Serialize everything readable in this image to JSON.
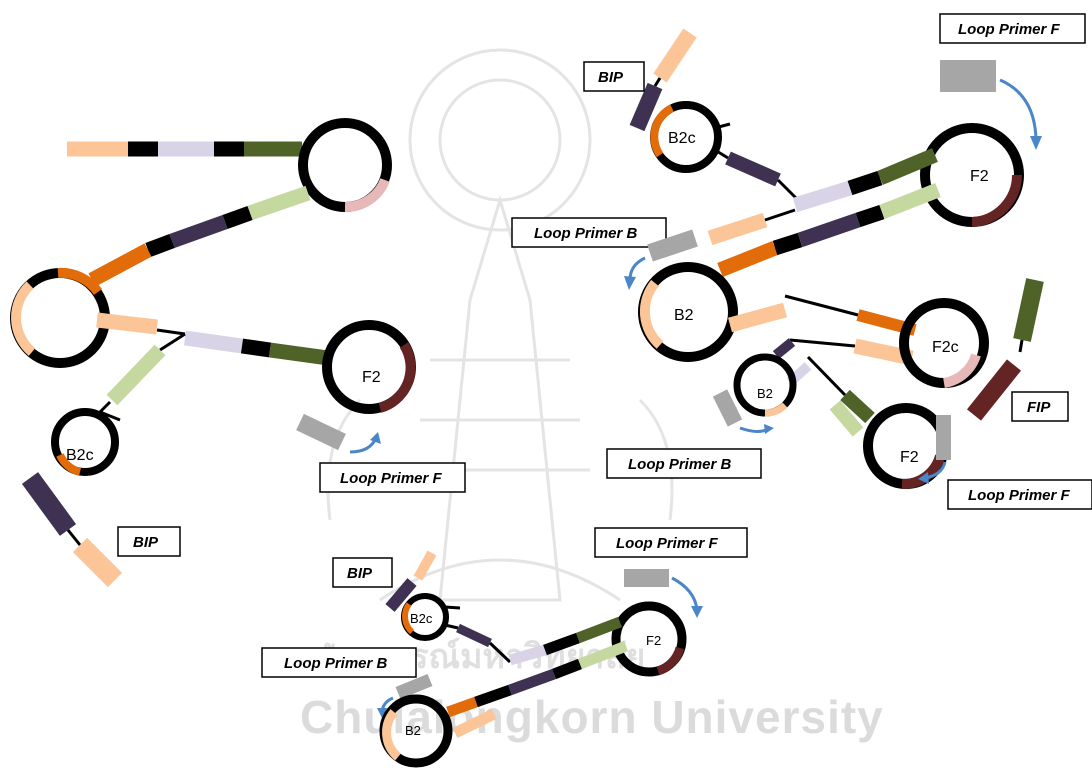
{
  "watermark": {
    "thai": "จุฬาลงกรณ์มหาวิทยาลัย",
    "english": "Chulalongkorn University"
  },
  "labels": {
    "bip": "BIP",
    "fip": "FIP",
    "loop_primer_f": "Loop Primer F",
    "loop_primer_f_spaced": "Loop Primer  F",
    "loop_primer_b": "Loop Primer B"
  },
  "loop_labels": {
    "b2c": "B2c",
    "f2": "F2",
    "b2": "B2",
    "f2c": "F2c"
  },
  "colors": {
    "peach": "#fbc598",
    "black": "#000000",
    "lavender": "#d9d3e8",
    "dark_green": "#4f6228",
    "light_green": "#c4d8a0",
    "dark_purple": "#3e3151",
    "orange": "#e36c0a",
    "pink": "#e6b8b7",
    "maroon": "#632423",
    "gray": "#a6a6a6",
    "arrow_blue": "#4a86c8"
  }
}
